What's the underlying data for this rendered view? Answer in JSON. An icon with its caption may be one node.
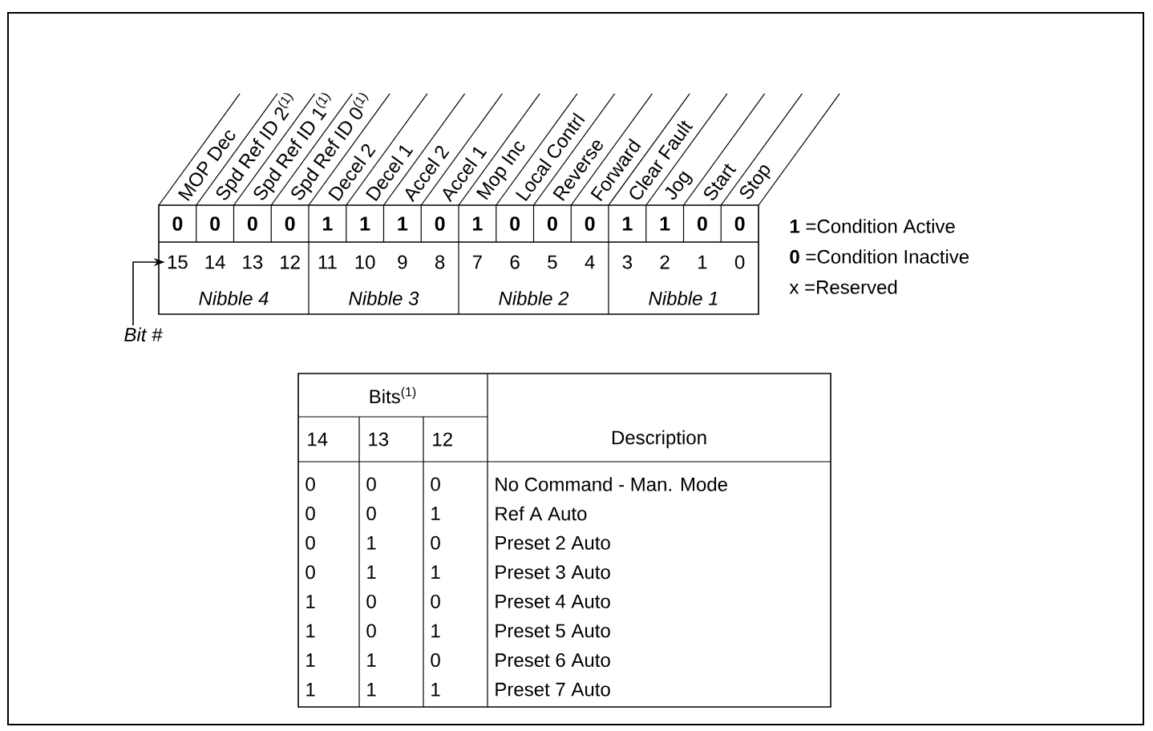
{
  "diagram": {
    "nodes": [
      {
        "text": [
          "Bit #"
        ]
      },
      {
        "text": [
          "15"
        ]
      }
    ],
    "edges": [
      {
        "from": 0,
        "to": 1,
        "arrow": "to"
      }
    ],
    "labels": [
      "MOP Dec",
      "Spd Ref ID 2$^{(1)}$",
      "Spd Ref ID 1$^{(1)}$",
      "Spd Ref ID 0$^{(1)}$",
      "Decel 2",
      "Decel 1",
      "Accel 2",
      "Accel 1",
      "Mop Inc",
      "Local Contrl",
      "Reverse",
      "Forward",
      "Clear Fault",
      "Jog",
      "Start",
      "Stop",
      "0",
      "0",
      "0",
      "0",
      "1",
      "1",
      "1",
      "0",
      "1",
      "0",
      "0",
      "0",
      "1",
      "1",
      "0",
      "0",
      "14",
      "13",
      "12",
      "11",
      "10",
      "9",
      "8",
      "7",
      "6",
      "5",
      "4",
      "3",
      "2",
      "1",
      "0",
      "Nibble 4",
      "Nibble 3",
      "Nibble 2",
      "Nibble 1",
      "**1** =Condition Active",
      "**0** =Condition Inactive",
      "x =Reserved",
      "Bits$^{(1)}$",
      "14",
      "13",
      "12",
      "Description",
      "0",
      "0",
      "0",
      "No Command - Man. Mode",
      "0",
      "0",
      "1",
      "Ref A Auto",
      "0",
      "1",
      "0",
      "Preset 2 Auto",
      "0",
      "1",
      "1",
      "Preset 3 Auto",
      "1",
      "0",
      "0",
      "Preset 4 Auto",
      "1",
      "0",
      "1",
      "Preset 5 Auto",
      "1",
      "1",
      "0",
      "Preset 6 Auto",
      "1",
      "1",
      "1",
      "Preset 7 Auto"
    ]
  }
}
